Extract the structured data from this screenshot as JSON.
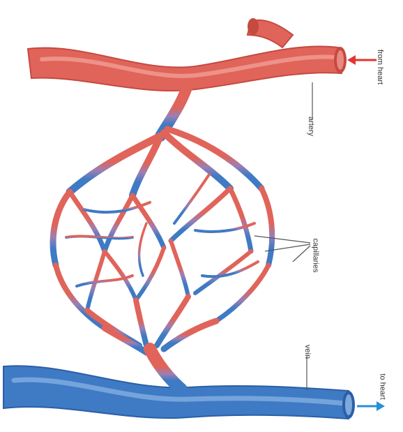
{
  "labels": {
    "from_heart": "from heart",
    "artery": "artery",
    "capillaries": "capillaries",
    "vein": "vein",
    "to_heart": "to heart"
  },
  "colors": {
    "artery": "#e0645a",
    "artery_light": "#f0958c",
    "vein": "#3f7ac4",
    "vein_light": "#79a7dd",
    "arrow_in": "#e3342f",
    "arrow_out": "#2a8fd6",
    "leader": "#555555"
  }
}
